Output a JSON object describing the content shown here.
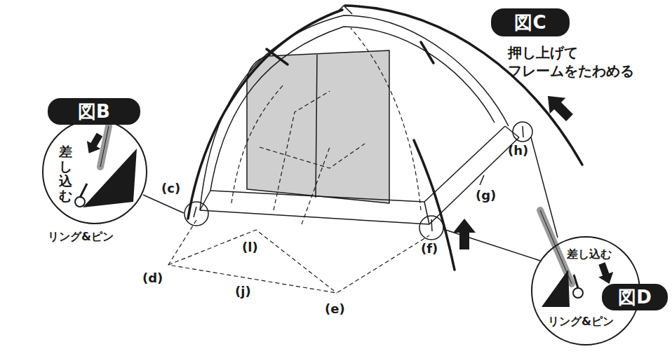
{
  "diagram": {
    "nodes": [
      {
        "text": [
          "図C"
        ]
      },
      {
        "text": [
          "図B"
        ]
      },
      {
        "text": [
          "差し込む",
          "リング&ピン"
        ]
      },
      {
        "text": [
          "差し込む",
          "リング&ピン"
        ]
      },
      {
        "text": [
          "図D"
        ]
      }
    ],
    "labels": [
      "押し上げて フレームをたわめる",
      "(c)",
      "(d)",
      "(l)",
      "(j)",
      "(e)",
      "(f)",
      "(g)",
      "(h)"
    ]
  }
}
